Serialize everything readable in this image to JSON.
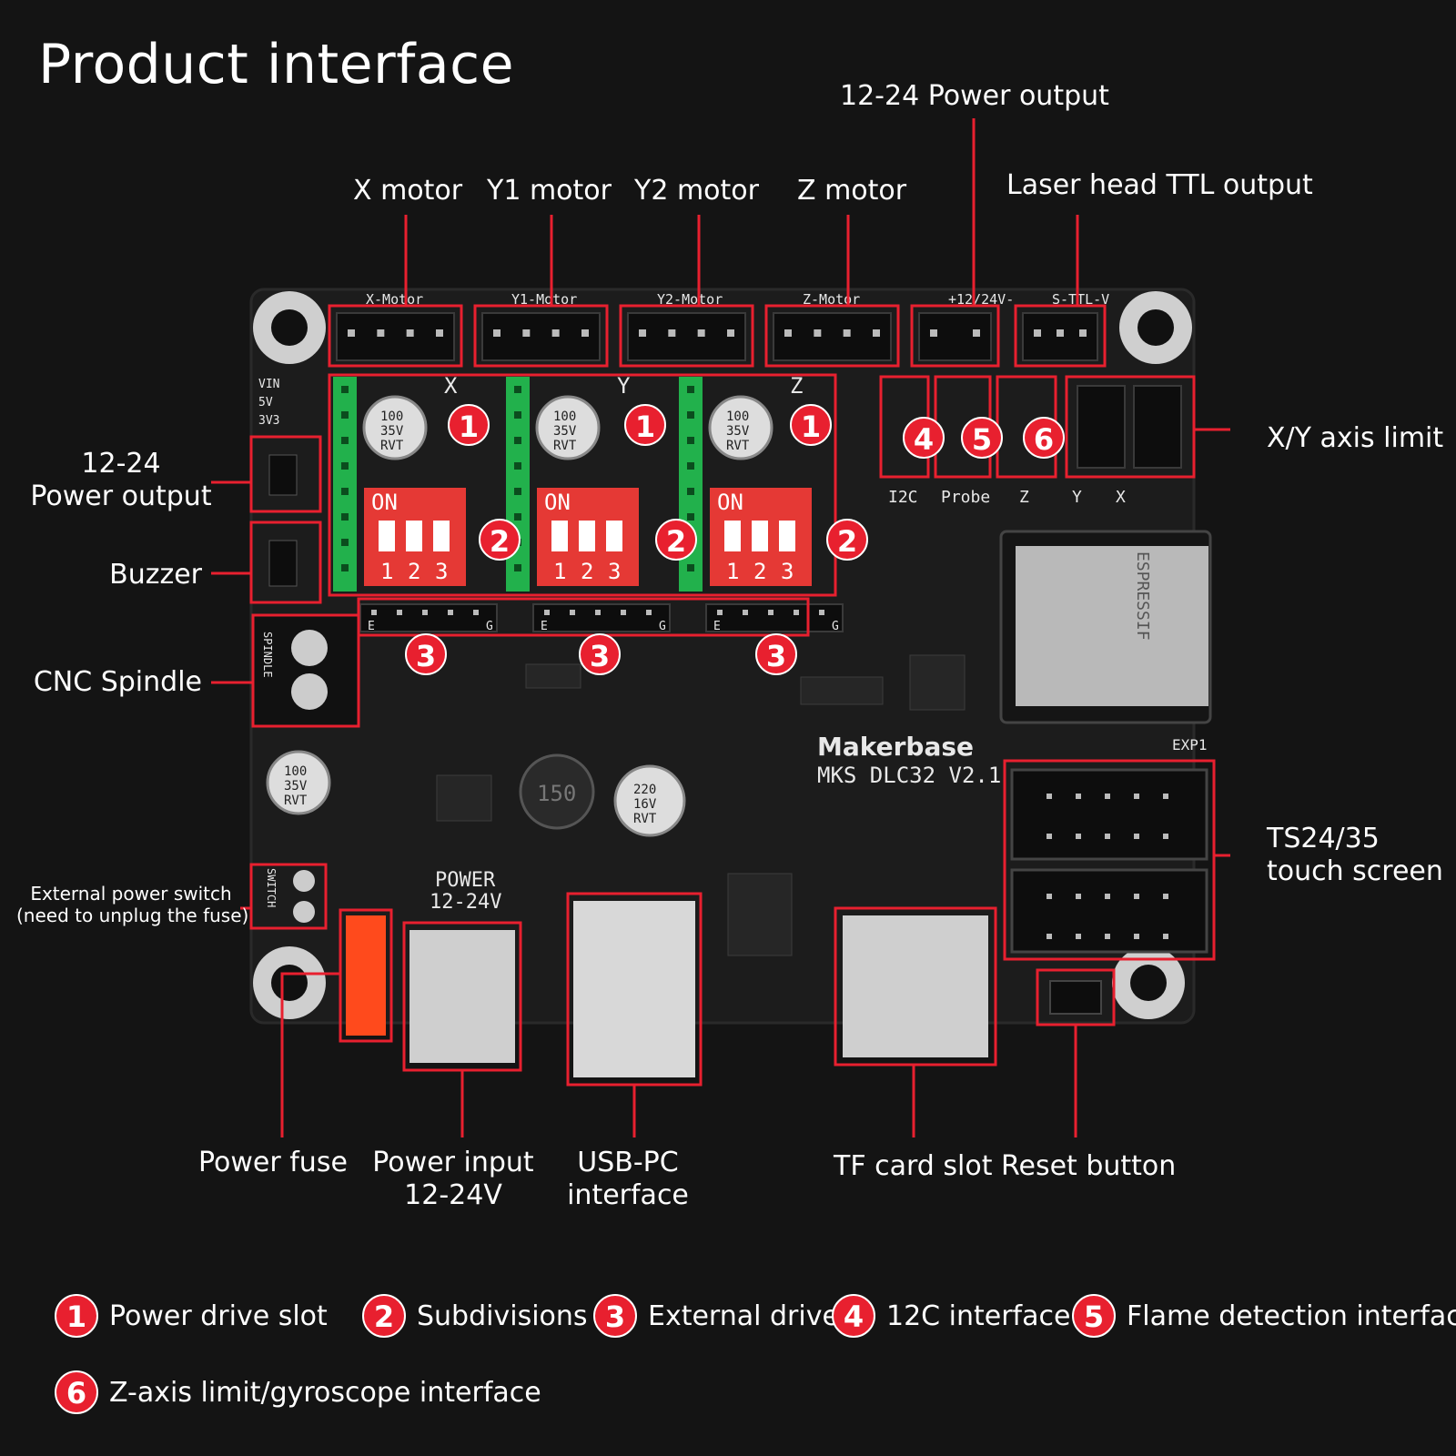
{
  "title": "Product interface",
  "colors": {
    "accent": "#e8202f",
    "board": "#1c1c1c",
    "switch_red": "#e53935",
    "header_green": "#22b14c"
  },
  "board": {
    "brand": "Makerbase",
    "model": "MKS DLC32 V2.1",
    "silk_top": [
      "X-Motor",
      "Y1-Motor",
      "Y2-Motor",
      "Z-Motor",
      "+12/24V-",
      "S-TTL-V"
    ],
    "silk_axes": [
      "X",
      "Y",
      "Z"
    ],
    "silk_ports": [
      "I2C",
      "Probe",
      "Z",
      "Y",
      "X"
    ],
    "silk_left": [
      "VIN",
      "5V",
      "3V3"
    ],
    "cap_text": [
      "100",
      "35V",
      "RVT"
    ],
    "dip_on": "ON",
    "dip_nums": [
      "1",
      "2",
      "3"
    ],
    "ext_letters": [
      "E",
      "G"
    ],
    "power_silk": [
      "POWER",
      "12-24V"
    ],
    "exp_label": "EXP1",
    "switch_silk": "SWITCH",
    "spindle_silk": "SPINDLE",
    "inductor": "150",
    "big_cap": [
      "220",
      "16V",
      "RVT"
    ],
    "esp_text": "ESPRESSIF"
  },
  "labels": {
    "x_motor": "X motor",
    "y1_motor": "Y1 motor",
    "y2_motor": "Y2 motor",
    "z_motor": "Z motor",
    "power_output_top": "12-24 Power output",
    "laser_ttl": "Laser head TTL output",
    "xy_limit": "X/Y axis limit",
    "power_output_left": [
      "12-24",
      "Power output"
    ],
    "buzzer": "Buzzer",
    "cnc_spindle": "CNC Spindle",
    "ext_switch": [
      "External power switch",
      "(need to unplug the fuse)"
    ],
    "touch_screen": [
      "TS24/35",
      "touch screen"
    ],
    "power_fuse": "Power fuse",
    "power_input": [
      "Power input",
      "12-24V"
    ],
    "usb_pc": [
      "USB-PC",
      "interface"
    ],
    "tf_card": "TF card slot",
    "reset": "Reset button"
  },
  "badges": [
    "1",
    "2",
    "3",
    "4",
    "5",
    "6"
  ],
  "legend": [
    {
      "num": "1",
      "text": "Power drive slot"
    },
    {
      "num": "2",
      "text": "Subdivisions"
    },
    {
      "num": "3",
      "text": "External drive"
    },
    {
      "num": "4",
      "text": "12C interface"
    },
    {
      "num": "5",
      "text": "Flame detection interface"
    },
    {
      "num": "6",
      "text": "Z-axis limit/gyroscope interface"
    }
  ]
}
